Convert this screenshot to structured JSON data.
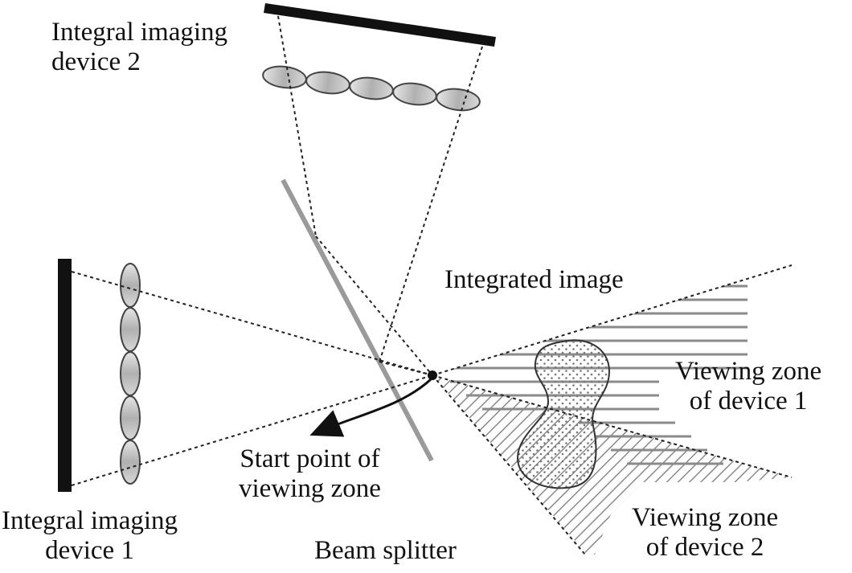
{
  "labels": {
    "device2": [
      "Integral imaging",
      "device 2"
    ],
    "device1": [
      "Integral imaging",
      "device 1"
    ],
    "integrated_image": "Integrated image",
    "start_point": [
      "Start point of",
      "viewing zone"
    ],
    "viewing_zone_1": [
      "Viewing zone",
      "of device 1"
    ],
    "viewing_zone_2": [
      "Viewing zone",
      "of device 2"
    ],
    "beam_splitter": "Beam splitter"
  },
  "colors": {
    "ink": "#111111",
    "lens_fill": "#b8b8b8",
    "lens_stroke": "#444444",
    "beam_splitter": "#9a9a9a",
    "hatch": "#888888",
    "object_dots": "#777777"
  }
}
